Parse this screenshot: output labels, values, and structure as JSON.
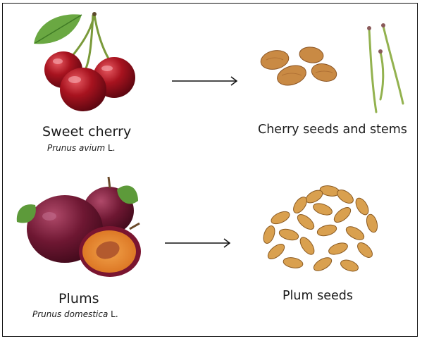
{
  "rows": [
    {
      "source": {
        "name": "Sweet cherry",
        "latin": "Prunus avium",
        "author": " L."
      },
      "product": {
        "name": "Cherry seeds and stems"
      }
    },
    {
      "source": {
        "name": "Plums",
        "latin": "Prunus domestica",
        "author": " L."
      },
      "product": {
        "name": "Plum seeds"
      }
    }
  ],
  "colors": {
    "cherry": "#9b0f1c",
    "plum": "#6a1530",
    "leaf": "#5d9a3a",
    "seed": "#c98a44",
    "stem": "#8fa84a"
  }
}
